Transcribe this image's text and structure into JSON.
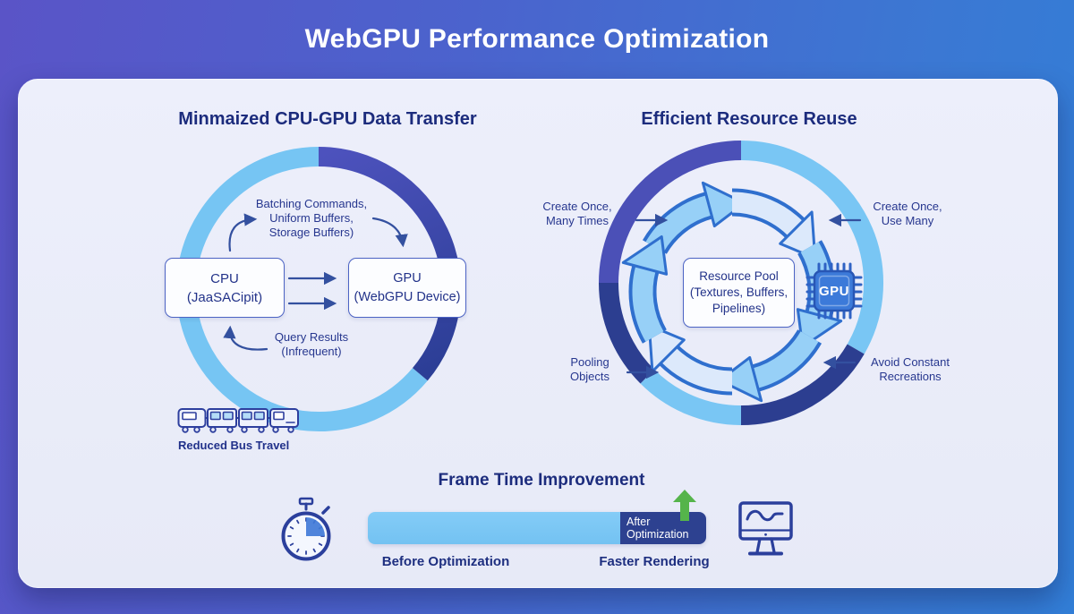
{
  "header": {
    "title": "WebGPU Performance Optimization"
  },
  "left_panel": {
    "heading": "Minmaized CPU-GPU Data Transfer",
    "batching_note": "Batching Commands,\nUniform Buffers,\nStorage Buffers)",
    "cpu_box": "CPU\n(JaaSACipit)",
    "gpu_box": "GPU\n(WebGPU Device)",
    "query_note": "Query Results\n(Infrequent)",
    "bus_caption": "Reduced Bus Travel"
  },
  "right_panel": {
    "heading": "Efficient Resource Reuse",
    "label_top_left": "Create Once,\nMany Times",
    "label_top_right": "Create Once,\nUse Many",
    "label_bottom_left": "Pooling\nObjects",
    "label_bottom_right": "Avoid Constant\nRecreations",
    "pool_box": "Resource Pool\n(Textures, Buffers,\nPipelines)",
    "chip_label": "GPU"
  },
  "bottom_panel": {
    "heading": "Frame Time Improvement",
    "bar_after_label": "After\nOptimization",
    "label_before": "Before Optimization",
    "label_faster": "Faster Rendering",
    "before_fraction": 0.75,
    "after_fraction": 0.25
  },
  "icons": {
    "left_bottom": "bus-train-icon",
    "bottom_left": "stopwatch-icon",
    "bottom_right": "monitor-wave-icon",
    "improvement": "green-up-arrow-icon",
    "reuse_center": "gpu-chip-icon"
  },
  "colors": {
    "bg_left": "#5a54c7",
    "bg_right": "#327ed7",
    "card_bg": "#e9ebf8",
    "sky_blue": "#76c5f3",
    "indigo": "#4b50b7",
    "navy": "#2c3e90",
    "heading_navy": "#1c2c7d",
    "chip_blue": "#3c7ad9",
    "green": "#55b44b",
    "bar_after": "#2d4190"
  }
}
